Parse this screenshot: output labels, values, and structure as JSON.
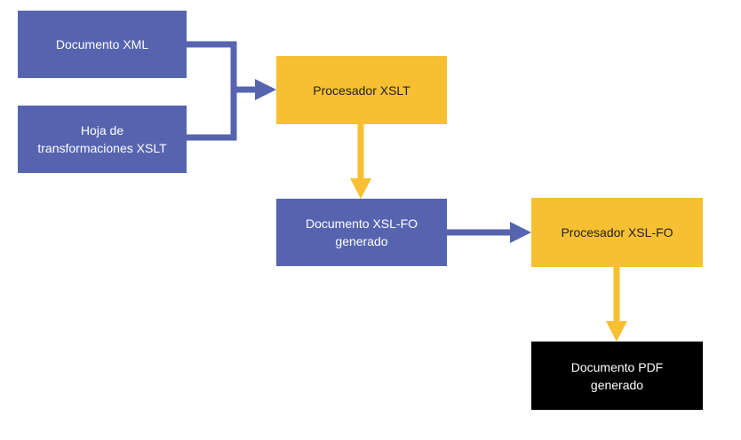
{
  "diagram": {
    "nodes": {
      "xml_doc": "Documento XML",
      "xslt_sheet": "Hoja de\ntransformaciones XSLT",
      "xslt_processor": "Procesador XSLT",
      "xslfo_doc": "Documento XSL-FO\ngenerado",
      "xslfo_processor": "Procesador XSL-FO",
      "pdf_doc": "Documento PDF\ngenerado"
    },
    "colors": {
      "blue": "#5664b0",
      "yellow": "#f7c033",
      "black": "#000000"
    }
  }
}
